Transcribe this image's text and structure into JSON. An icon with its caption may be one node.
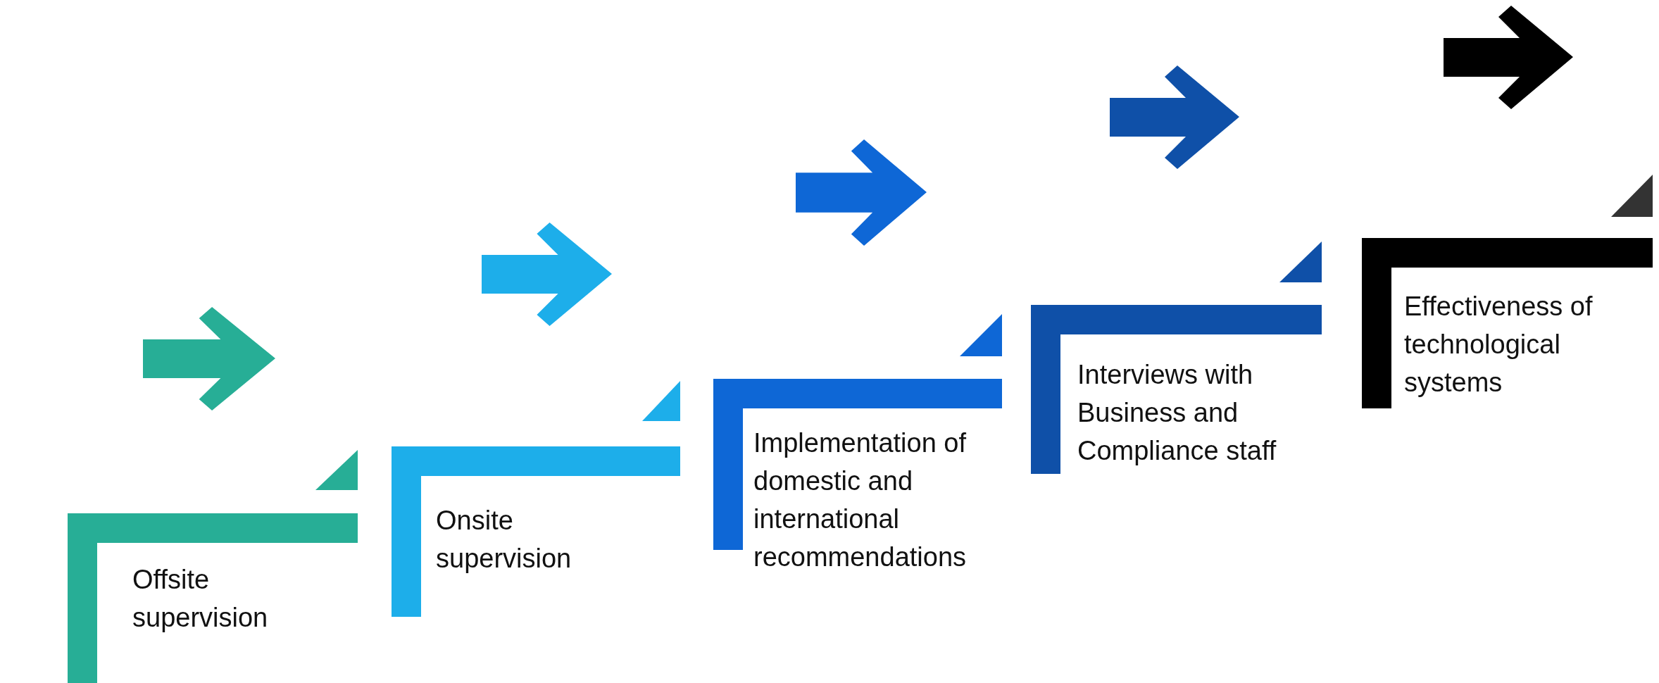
{
  "diagram": {
    "nodes": [
      {
        "text": [
          "Offsite supervision"
        ]
      },
      {
        "text": [
          "Onsite supervision"
        ]
      },
      {
        "text": [
          "Implementation of domestic and international recommendations"
        ]
      },
      {
        "text": [
          "Interviews with Business and Compliance staff"
        ]
      },
      {
        "text": [
          "Effectiveness of technological systems"
        ]
      }
    ]
  }
}
